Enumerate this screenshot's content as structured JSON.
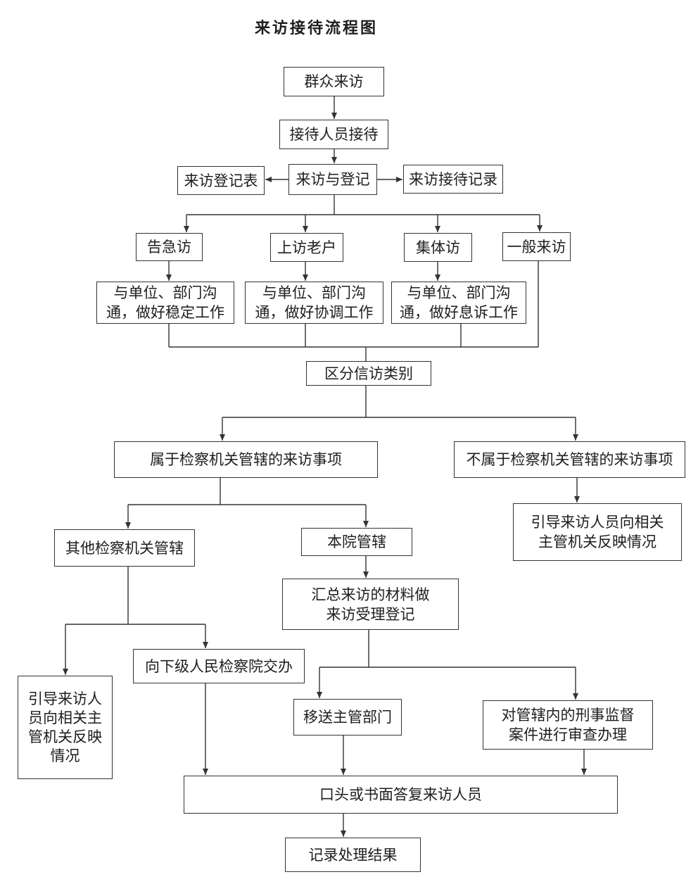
{
  "title": "来访接待流程图",
  "nodes": {
    "mass_visit": "群众来访",
    "staff_reception": "接待人员接待",
    "visit_registration_form": "来访登记表",
    "visit_and_registration": "来访与登记",
    "visit_reception_record": "来访接待记录",
    "urgent_visit": "告急访",
    "long_term_petitioner": "上访老户",
    "collective_visit": "集体访",
    "general_visit": "一般来访",
    "stabilize_work": [
      "与单位、部门沟",
      "通，做好稳定工作"
    ],
    "coordinate_work": [
      "与单位、部门沟",
      "通，做好协调工作"
    ],
    "resolve_work": [
      "与单位、部门沟",
      "通，做好息诉工作"
    ],
    "classify_petition": "区分信访类别",
    "within_jurisdiction": "属于检察机关管辖的来访事项",
    "outside_jurisdiction": "不属于检察机关管辖的来访事项",
    "guide_right": [
      "引导来访人员向相关",
      "主管机关反映情况"
    ],
    "other_procuratorate": "其他检察机关管辖",
    "this_court": "本院管辖",
    "summarize_register": [
      "汇总来访的材料做",
      "来访受理登记"
    ],
    "assign_lower": "向下级人民检察院交办",
    "guide_left": [
      "引导来访人",
      "员向相关主",
      "管机关反映",
      "情况"
    ],
    "transfer_department": "移送主管部门",
    "review_cases": [
      "对管辖内的刑事监督",
      "案件进行审查办理"
    ],
    "reply_visitor": "口头或书面答复来访人员",
    "record_result": "记录处理结果"
  }
}
